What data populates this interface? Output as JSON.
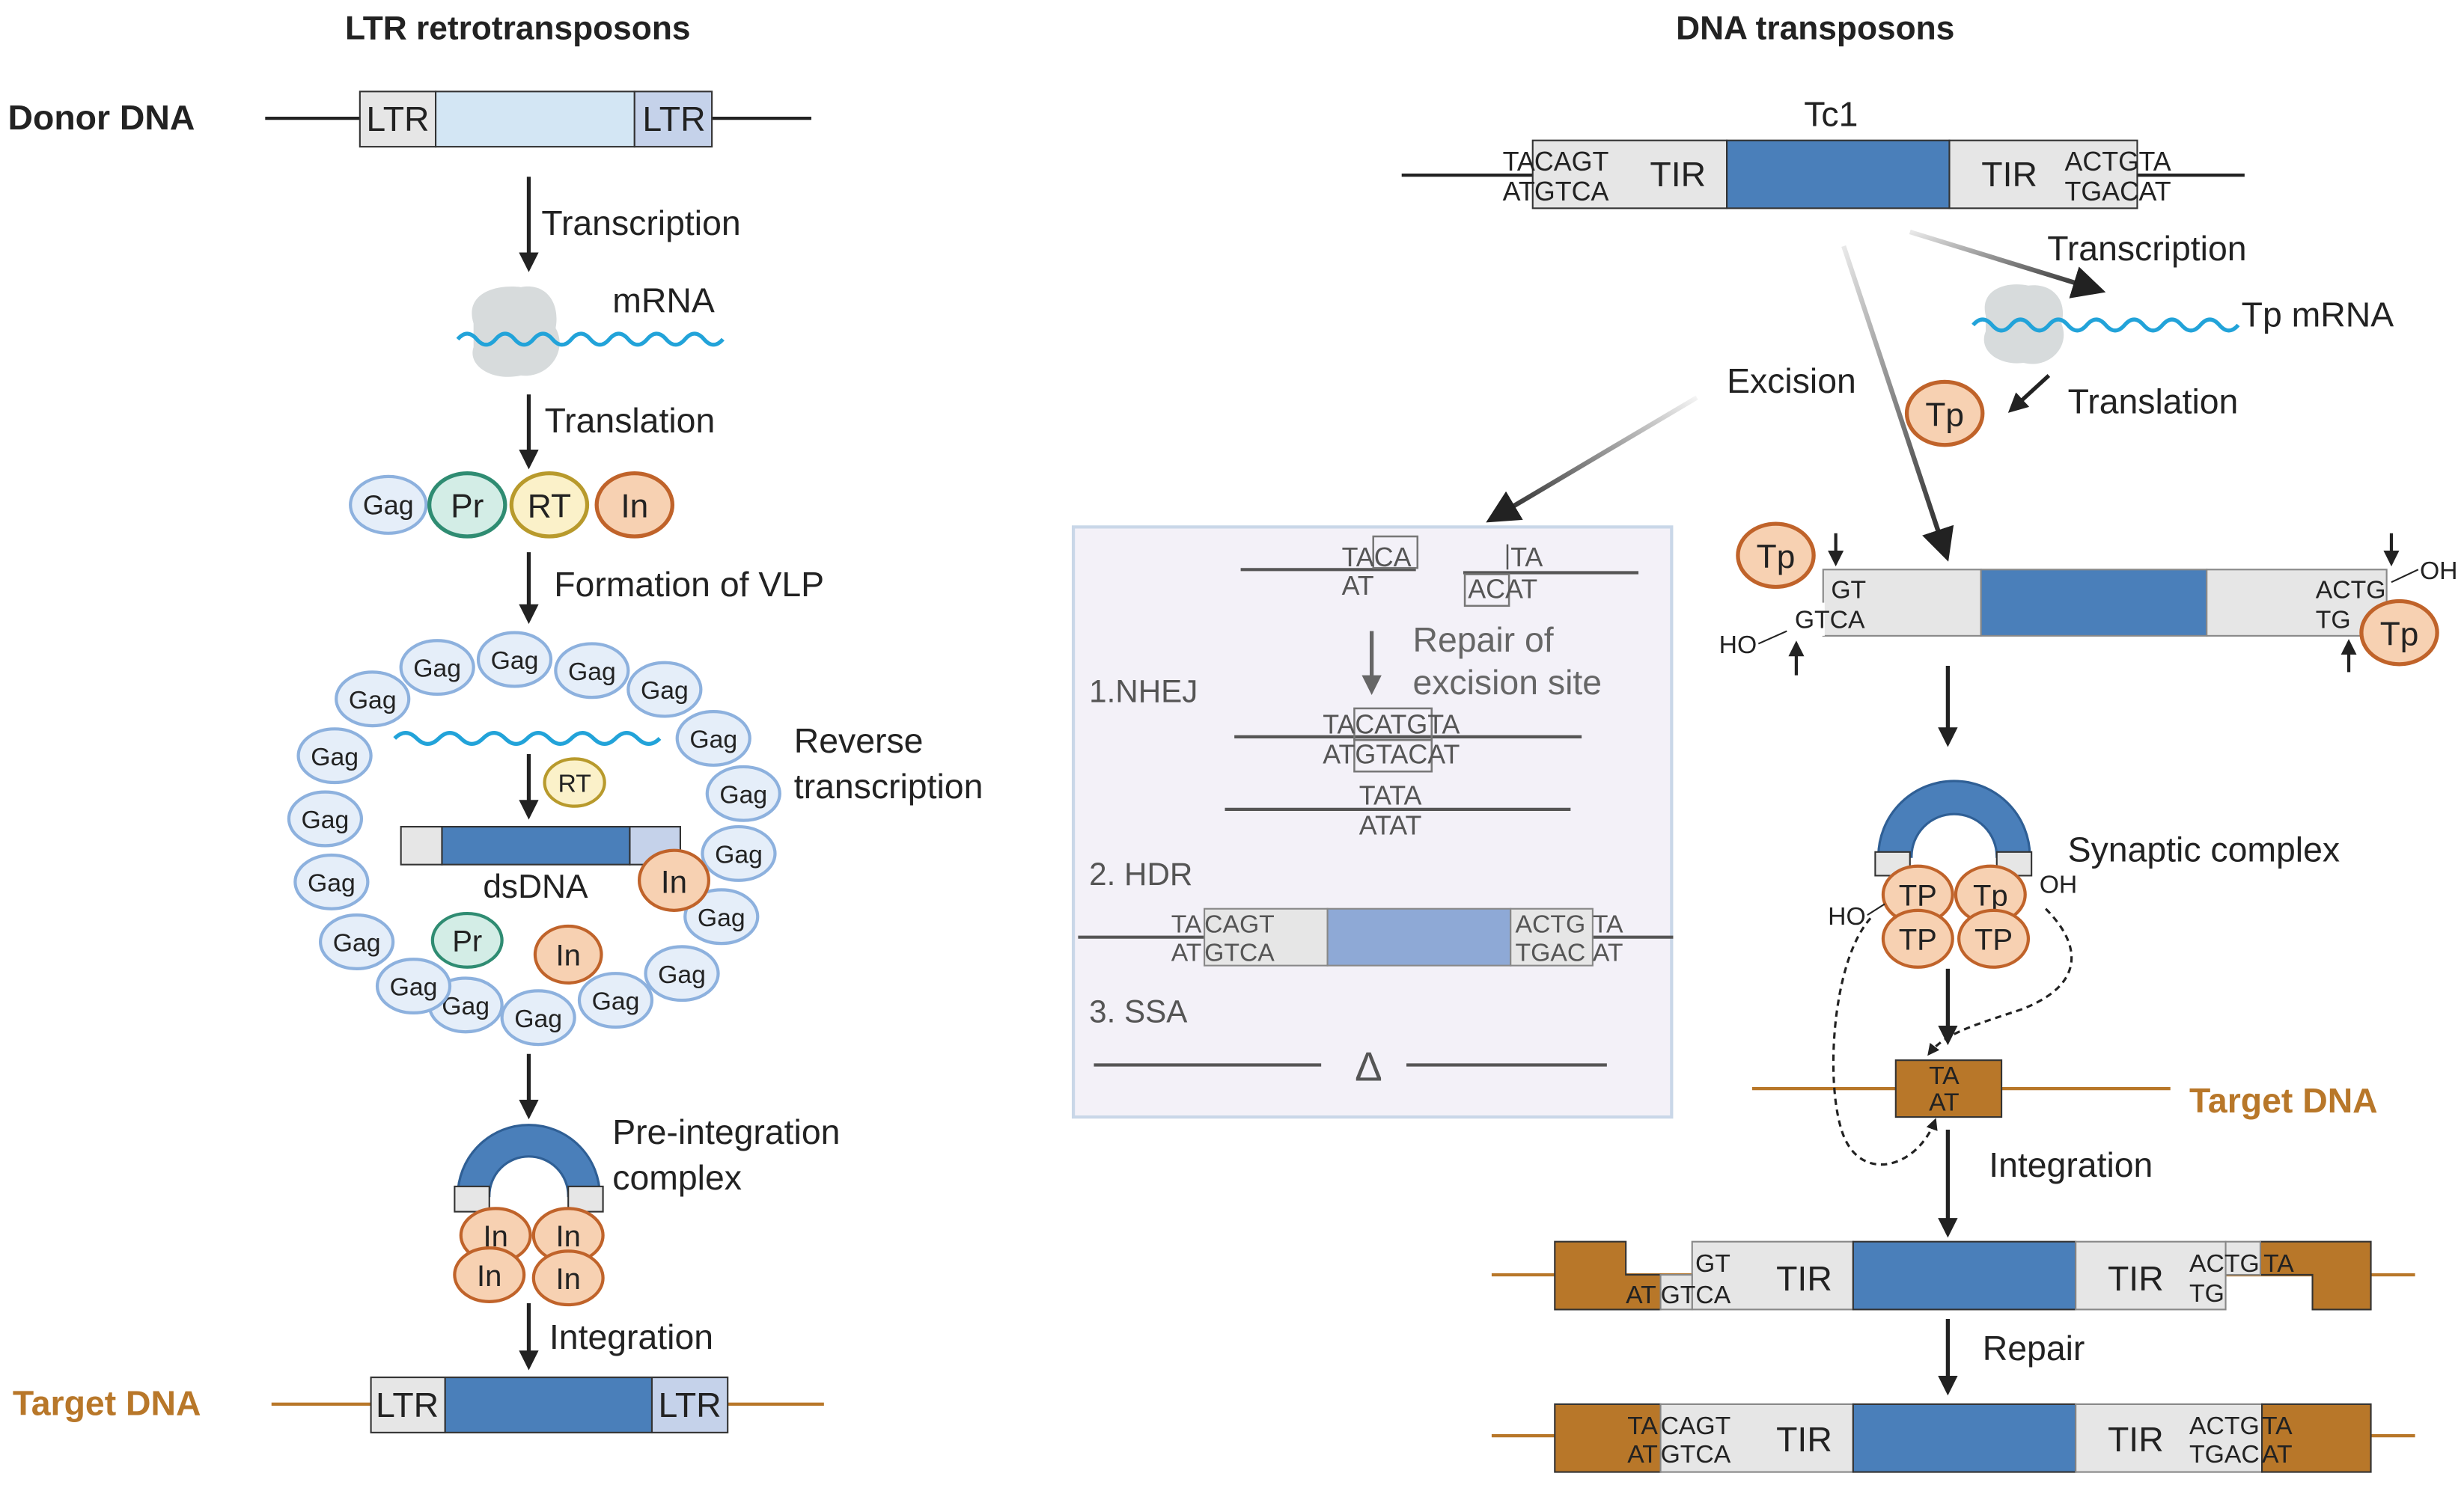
{
  "left": {
    "title": "LTR retrotransposons",
    "donor_label": "Donor DNA",
    "ltr": "LTR",
    "steps": {
      "transcription": "Transcription",
      "mrna": "mRNA",
      "translation": "Translation",
      "vlp": "Formation of  VLP",
      "rt_line1": "Reverse",
      "rt_line2": "transcription",
      "dsdna": "dsDNA",
      "pic_line1": "Pre-integration",
      "pic_line2": "complex",
      "integration": "Integration"
    },
    "proteins": {
      "gag": "Gag",
      "pr": "Pr",
      "rt": "RT",
      "in": "In"
    },
    "target_label": "Target DNA"
  },
  "right": {
    "title": "DNA transposons",
    "tc1": "Tc1",
    "tir": "TIR",
    "seq": {
      "left_top_a": "TA",
      "left_top_b": "CAGT",
      "left_bot_a": "AT",
      "left_bot_b": "GTCA",
      "right_top_a": "ACTG",
      "right_top_b": "TA",
      "right_bot_a": "TGAC",
      "right_bot_b": "AT",
      "gt": "GT",
      "gtca": "GTCA",
      "actg": "ACTG",
      "tg": "TG",
      "ho": "HO",
      "oh": "OH",
      "target_ta": "TA",
      "target_at": "AT"
    },
    "transcription": "Transcription",
    "tp_mrna": "Tp mRNA",
    "translation": "Translation",
    "excision": "Excision",
    "tp": "Tp",
    "TP": "TP",
    "synaptic": "Synaptic complex",
    "target_label": "Target DNA",
    "integration": "Integration",
    "repair": "Repair"
  },
  "inset": {
    "repair_line1": "Repair of",
    "repair_line2": "excision site",
    "nhej": "1.NHEJ",
    "hdr": "2. HDR",
    "ssa": "3. SSA",
    "delta": "Δ",
    "seq": {
      "taca": "TACA",
      "at": "AT",
      "ta": "TA",
      "acat": "ACAT",
      "tacatgta": "TACATGTA",
      "atgtacat": "ATGTACAT",
      "tata": "TATA",
      "atat": "ATAT"
    }
  },
  "colors": {
    "blue_dark": "#4a7fba",
    "blue_light": "#d3e6f4",
    "ltr_right": "#c5d2ea",
    "gray_box": "#e6e6e6",
    "tp_fill": "#f7d1b2",
    "tp_stroke": "#c0632a",
    "target": "#b87729",
    "mrna": "#22a3d9",
    "gag_fill": "#e5eef9",
    "gag_stroke": "#8db1de",
    "pr_fill": "#d3ede6",
    "pr_stroke": "#2f8c72",
    "rt_fill": "#fbf1c9",
    "rt_stroke": "#b89a2c",
    "inset_bg": "#f3f1f8"
  }
}
